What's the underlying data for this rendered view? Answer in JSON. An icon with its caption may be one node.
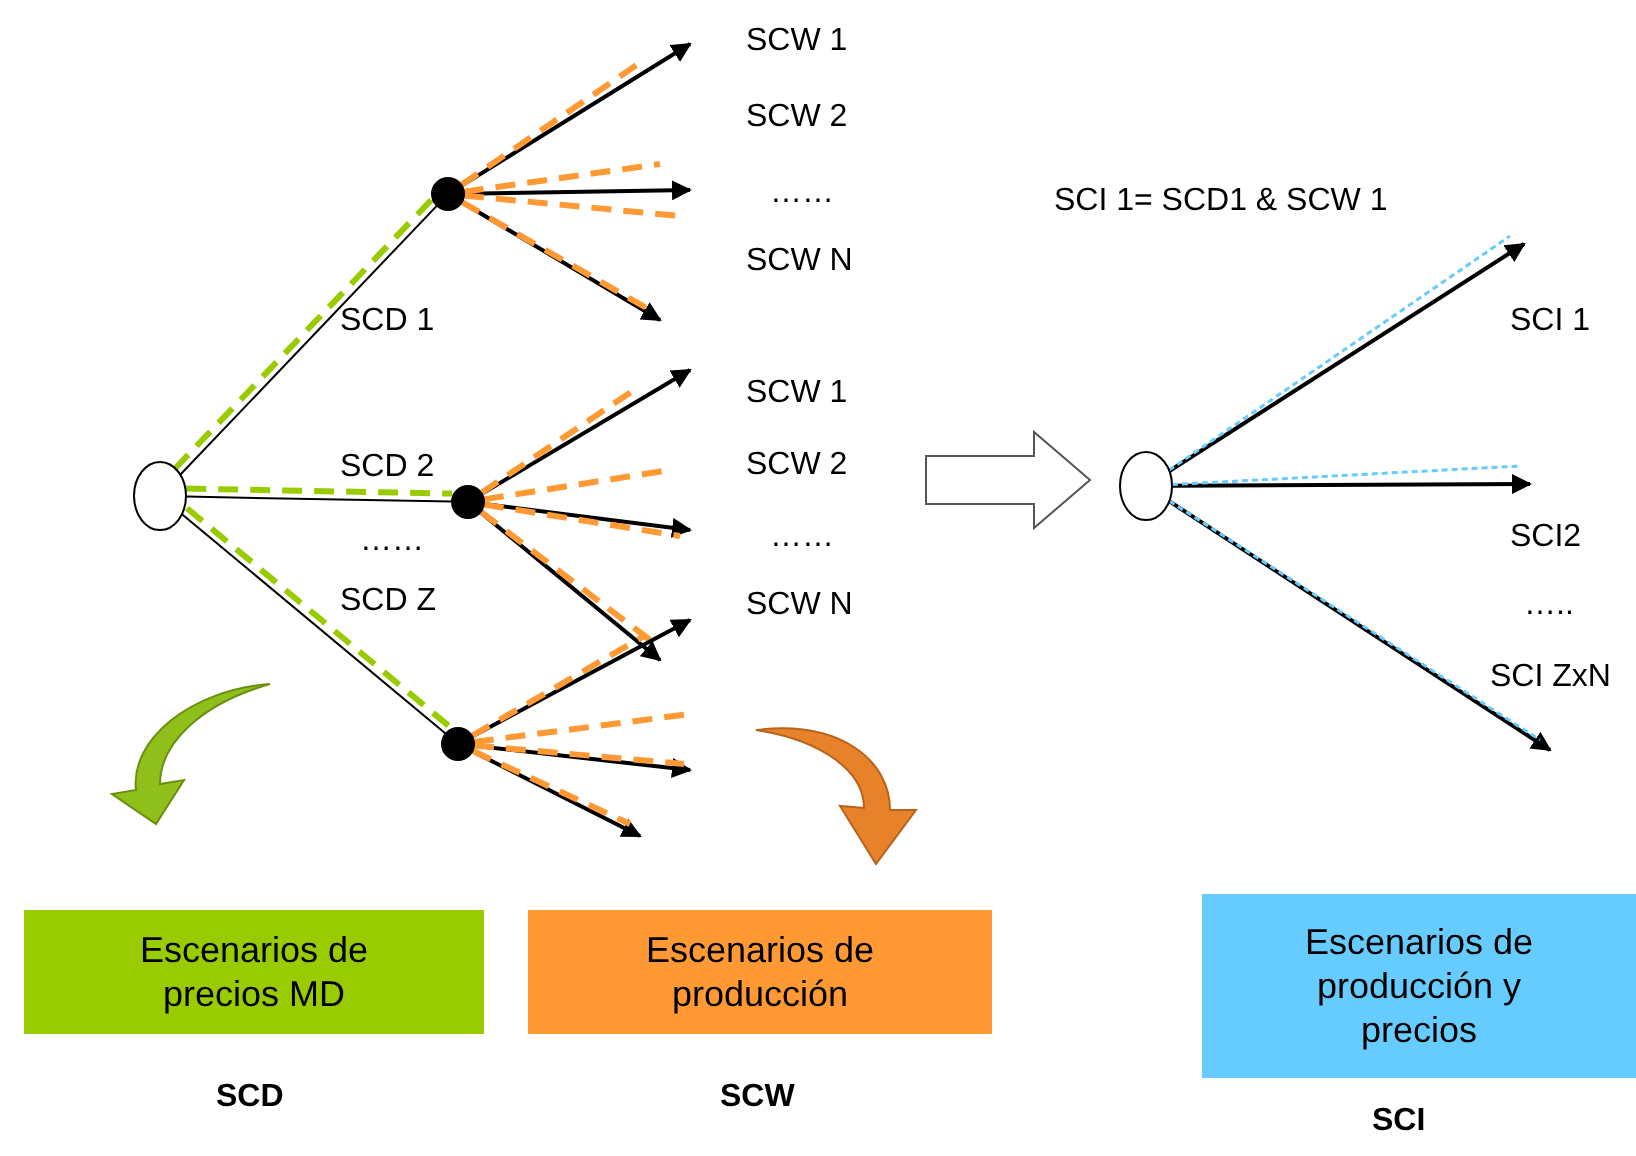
{
  "diagram": {
    "nodes": [
      {
        "text": [],
        "shape": "circle"
      },
      {
        "text": [],
        "shape": "circle"
      },
      {
        "text": [],
        "shape": "circle"
      },
      {
        "text": [],
        "shape": "circle"
      },
      {
        "text": [],
        "shape": "circle"
      },
      {
        "text": [
          "Escenarios de precios MD"
        ],
        "beside": [
          "SCD"
        ]
      },
      {
        "text": [
          "Escenarios de producción"
        ],
        "beside": [
          "SCW"
        ]
      },
      {
        "text": [
          "Escenarios de producción y precios"
        ],
        "beside": [
          "SCI"
        ]
      }
    ],
    "edges": [
      {
        "from": 0,
        "to": 1,
        "arrow": "none"
      },
      {
        "from": 0,
        "to": 2,
        "arrow": "none"
      },
      {
        "from": 0,
        "to": 3,
        "arrow": "none"
      },
      {
        "from": 0,
        "to": 1,
        "arrow": "none",
        "style": "dashed",
        "color": "#99cc00"
      },
      {
        "from": 0,
        "to": 2,
        "arrow": "none",
        "style": "dashed",
        "color": "#99cc00"
      },
      {
        "from": 0,
        "to": 3,
        "arrow": "none",
        "style": "dashed",
        "color": "#99cc00"
      },
      {
        "from": 1,
        "to": null,
        "arrow": "to"
      },
      {
        "from": 1,
        "to": null,
        "arrow": "to"
      },
      {
        "from": 1,
        "to": null,
        "arrow": "to"
      },
      {
        "from": 1,
        "to": null,
        "arrow": "none",
        "style": "dashed",
        "color": "#ff9933"
      },
      {
        "from": 1,
        "to": null,
        "arrow": "none",
        "style": "dashed",
        "color": "#ff9933"
      },
      {
        "from": 1,
        "to": null,
        "arrow": "none",
        "style": "dashed",
        "color": "#ff9933"
      },
      {
        "from": 1,
        "to": null,
        "arrow": "none",
        "style": "dashed",
        "color": "#ff9933"
      },
      {
        "from": 2,
        "to": null,
        "arrow": "to"
      },
      {
        "from": 2,
        "to": null,
        "arrow": "to"
      },
      {
        "from": 2,
        "to": null,
        "arrow": "to"
      },
      {
        "from": 2,
        "to": null,
        "arrow": "none",
        "style": "dashed",
        "color": "#ff9933"
      },
      {
        "from": 2,
        "to": null,
        "arrow": "none",
        "style": "dashed",
        "color": "#ff9933"
      },
      {
        "from": 2,
        "to": null,
        "arrow": "none",
        "style": "dashed",
        "color": "#ff9933"
      },
      {
        "from": 2,
        "to": null,
        "arrow": "none",
        "style": "dashed",
        "color": "#ff9933"
      },
      {
        "from": 3,
        "to": null,
        "arrow": "to"
      },
      {
        "from": 3,
        "to": null,
        "arrow": "to"
      },
      {
        "from": 3,
        "to": null,
        "arrow": "to"
      },
      {
        "from": 3,
        "to": null,
        "arrow": "none",
        "style": "dashed",
        "color": "#ff9933"
      },
      {
        "from": 3,
        "to": null,
        "arrow": "none",
        "style": "dashed",
        "color": "#ff9933"
      },
      {
        "from": 3,
        "to": null,
        "arrow": "none",
        "style": "dashed",
        "color": "#ff9933"
      },
      {
        "from": 3,
        "to": null,
        "arrow": "none",
        "style": "dashed",
        "color": "#ff9933"
      },
      {
        "from": 4,
        "to": null,
        "arrow": "to"
      },
      {
        "from": 4,
        "to": null,
        "arrow": "to"
      },
      {
        "from": 4,
        "to": null,
        "arrow": "to"
      },
      {
        "from": 4,
        "to": null,
        "arrow": "none",
        "style": "dashed",
        "color": "#66ccff"
      },
      {
        "from": 4,
        "to": null,
        "arrow": "none",
        "style": "dashed",
        "color": "#66ccff"
      },
      {
        "from": 4,
        "to": null,
        "arrow": "none",
        "style": "dashed",
        "color": "#66ccff"
      }
    ],
    "labels": [
      "SCW 1",
      "SCW 2",
      "……",
      "SCW N",
      "SCD 1",
      "SCD 2",
      "……",
      "SCD Z",
      "SCW 1",
      "SCW 2",
      "……",
      "SCW N",
      "SCI 1= SCD1 & SCW 1",
      "SCI 1",
      "SCI2",
      "…..",
      "SCI ZxN"
    ]
  }
}
